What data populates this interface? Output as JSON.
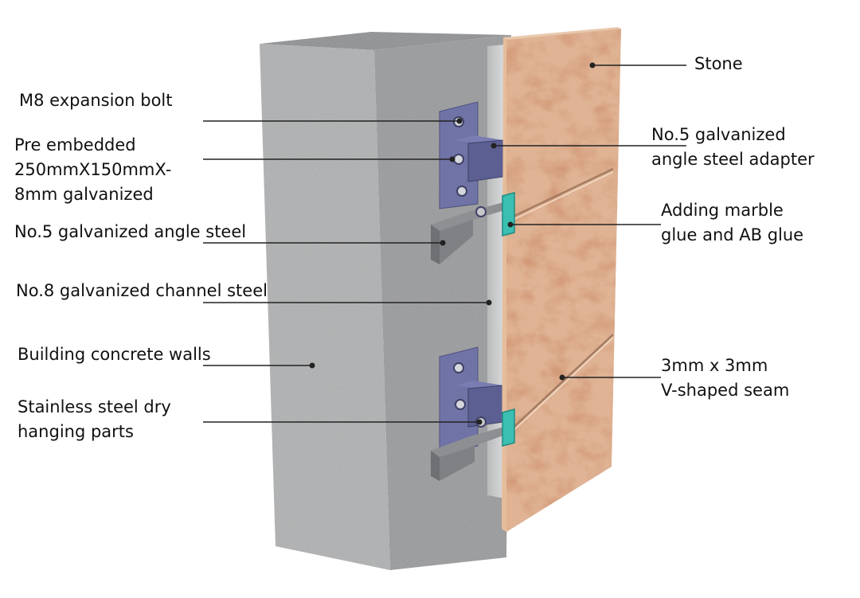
{
  "diagram": {
    "labels": {
      "stone": [
        "Stone"
      ],
      "m8_bolt": [
        "M8 expansion bolt"
      ],
      "pre_embedded": [
        "Pre embedded",
        "250mmX150mmX-",
        "8mm galvanized"
      ],
      "adapter": [
        "No.5 galvanized",
        "angle steel adapter"
      ],
      "glue": [
        "Adding marble",
        "glue and AB glue"
      ],
      "angle_steel": [
        "No.5 galvanized angle steel"
      ],
      "channel_steel": [
        "No.8 galvanized channel steel"
      ],
      "concrete": [
        "Building concrete walls"
      ],
      "seam": [
        "3mm x 3mm",
        "V-shaped seam"
      ],
      "hanging_parts": [
        "Stainless steel dry",
        "hanging parts"
      ]
    },
    "colors": {
      "concrete": "#b4b5b6",
      "stone": "#dfb394",
      "channel": "#c9cbcc",
      "plate": "#6f73a6",
      "clip": "#3bbfb2"
    }
  }
}
